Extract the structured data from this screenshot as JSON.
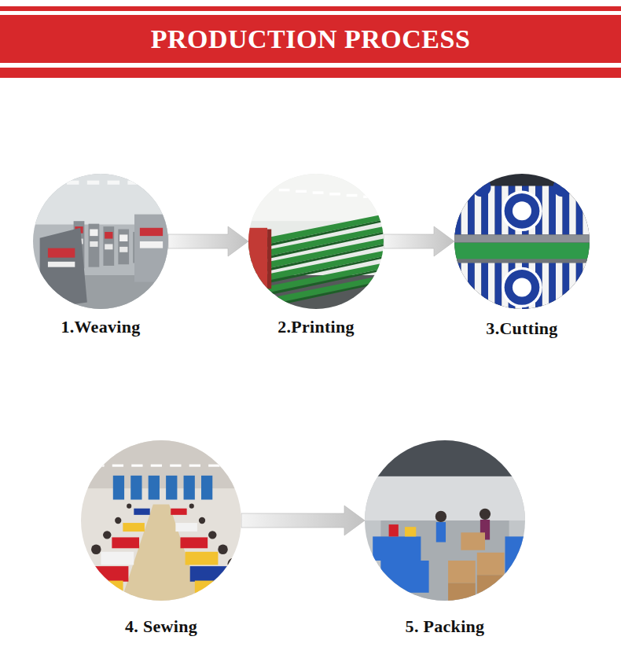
{
  "diagram": {
    "title": "PRODUCTION PROCESS",
    "nodes": [
      {
        "text": [
          "1.Weaving"
        ]
      },
      {
        "text": [
          "2.Printing"
        ]
      },
      {
        "text": [
          "3.Cutting"
        ]
      },
      {
        "text": [
          "4. Sewing"
        ]
      },
      {
        "text": [
          "5. Packing"
        ]
      }
    ],
    "edges": [
      {
        "from": 0,
        "to": 1,
        "arrow": "to"
      },
      {
        "from": 1,
        "to": 2,
        "arrow": "to"
      },
      {
        "from": 3,
        "to": 4,
        "arrow": "to"
      }
    ]
  }
}
